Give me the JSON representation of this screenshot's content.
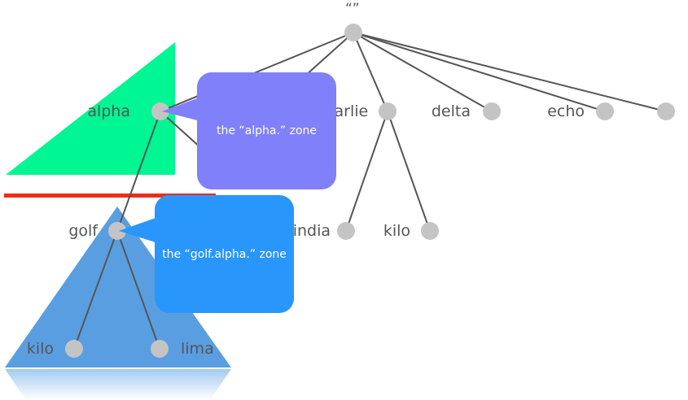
{
  "root": {
    "label": "“”"
  },
  "nodes": {
    "alpha": "alpha",
    "charlie": "charlie",
    "delta": "delta",
    "echo": "echo",
    "golf": "golf",
    "india": "india",
    "kilo_right": "kilo",
    "kilo_left": "kilo",
    "lima": "lima"
  },
  "callouts": {
    "alpha_zone": "the “alpha.” zone",
    "golf_zone": "the “golf.alpha.” zone"
  },
  "colors": {
    "node": "#c4c4c4",
    "edge": "#555555",
    "green_zone": "#00f593",
    "blue_zone": "#5a9ee2",
    "divider": "#f22b17",
    "alpha_callout": "#8080fb",
    "golf_callout": "#2996fb"
  }
}
